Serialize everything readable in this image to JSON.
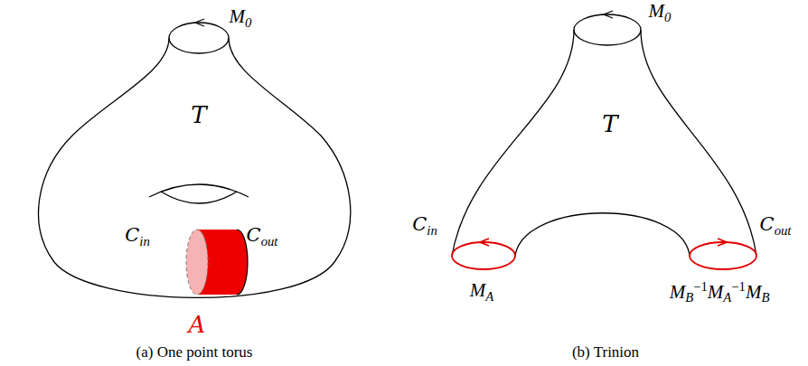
{
  "diagram": {
    "labels": [
      "M0",
      "T",
      "Cin",
      "Cout",
      "A",
      "(a) One point torus",
      "M0",
      "T",
      "Cin",
      "Cout",
      "MA",
      "MB−1MA−1MB",
      "(b) Trinion"
    ]
  }
}
